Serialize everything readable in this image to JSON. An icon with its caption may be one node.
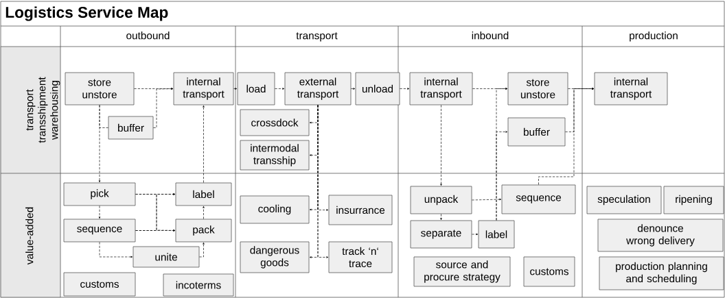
{
  "diagram": {
    "title": "Logistics Service Map",
    "nodes": [
      {
        "text": [
          "store unstore"
        ]
      },
      {
        "text": [
          "internal transport"
        ]
      },
      {
        "text": [
          "buffer"
        ]
      },
      {
        "text": [
          "pick"
        ]
      },
      {
        "text": [
          "label"
        ]
      },
      {
        "text": [
          "sequence"
        ]
      },
      {
        "text": [
          "pack"
        ]
      },
      {
        "text": [
          "unite"
        ]
      },
      {
        "text": [
          "customs"
        ]
      },
      {
        "text": [
          "incoterms"
        ]
      },
      {
        "text": [
          "load"
        ]
      },
      {
        "text": [
          "external transport"
        ]
      },
      {
        "text": [
          "unload"
        ]
      },
      {
        "text": [
          "crossdock"
        ]
      },
      {
        "text": [
          "intermodal transship"
        ]
      },
      {
        "text": [
          "cooling"
        ]
      },
      {
        "text": [
          "insurrance"
        ]
      },
      {
        "text": [
          "dangerous goods"
        ]
      },
      {
        "text": [
          "track ‘n‘ trace"
        ]
      },
      {
        "text": [
          "internal transport"
        ]
      },
      {
        "text": [
          "store unstore"
        ]
      },
      {
        "text": [
          "buffer"
        ]
      },
      {
        "text": [
          "unpack"
        ]
      },
      {
        "text": [
          "sequence"
        ]
      },
      {
        "text": [
          "separate"
        ]
      },
      {
        "text": [
          "label"
        ]
      },
      {
        "text": [
          "source and procure strategy"
        ]
      },
      {
        "text": [
          "customs"
        ]
      },
      {
        "text": [
          "internal transport"
        ]
      },
      {
        "text": [
          "speculation"
        ]
      },
      {
        "text": [
          "ripening"
        ]
      },
      {
        "text": [
          "denounce wrong delivery"
        ]
      },
      {
        "text": [
          "production planning and scheduling"
        ]
      }
    ],
    "edges": [
      {
        "from": 0,
        "to": 1,
        "arrow": "to"
      },
      {
        "from": 0,
        "to": 2,
        "arrow": "none"
      },
      {
        "from": 2,
        "to": 1,
        "arrow": "to"
      },
      {
        "from": 0,
        "to": 3,
        "arrow": "to"
      },
      {
        "from": 3,
        "to": 5,
        "arrow": "to"
      },
      {
        "from": 3,
        "to": 4,
        "arrow": "to"
      },
      {
        "from": 3,
        "to": 6,
        "arrow": "to"
      },
      {
        "from": 5,
        "to": 4,
        "arrow": "to"
      },
      {
        "from": 5,
        "to": 6,
        "arrow": "to"
      },
      {
        "from": 5,
        "to": 7,
        "arrow": "to"
      },
      {
        "from": 7,
        "to": 6,
        "arrow": "to"
      },
      {
        "from": 6,
        "to": 4,
        "arrow": "to"
      },
      {
        "from": 4,
        "to": 1,
        "arrow": "to"
      },
      {
        "from": 1,
        "to": 10,
        "arrow": "to"
      },
      {
        "from": 10,
        "to": 11,
        "arrow": "to"
      },
      {
        "from": 11,
        "to": 12,
        "arrow": "to"
      },
      {
        "from": 12,
        "to": 19,
        "arrow": "to"
      },
      {
        "from": 11,
        "to": 13,
        "arrow": "to"
      },
      {
        "from": 11,
        "to": 14,
        "arrow": "to"
      },
      {
        "from": 11,
        "to": 15,
        "arrow": "to"
      },
      {
        "from": 11,
        "to": 16,
        "arrow": "to"
      },
      {
        "from": 11,
        "to": 17,
        "arrow": "to"
      },
      {
        "from": 11,
        "to": 18,
        "arrow": "to"
      },
      {
        "from": 19,
        "to": 20,
        "arrow": "to"
      },
      {
        "from": 19,
        "to": 22,
        "arrow": "to"
      },
      {
        "from": 25,
        "to": 20,
        "arrow": "to"
      },
      {
        "from": 25,
        "to": 21,
        "arrow": "to"
      },
      {
        "from": 22,
        "to": 23,
        "arrow": "to"
      },
      {
        "from": 22,
        "to": 24,
        "arrow": "to"
      },
      {
        "from": 24,
        "to": 25,
        "arrow": "to"
      },
      {
        "from": 20,
        "to": 28,
        "arrow": "to"
      },
      {
        "from": 21,
        "to": 28,
        "arrow": "to"
      },
      {
        "from": 23,
        "to": 28,
        "arrow": "to"
      }
    ],
    "labels": [
      "outbound",
      "transport",
      "inbound",
      "production",
      "transport transshipment warehousing",
      "value-added"
    ]
  }
}
